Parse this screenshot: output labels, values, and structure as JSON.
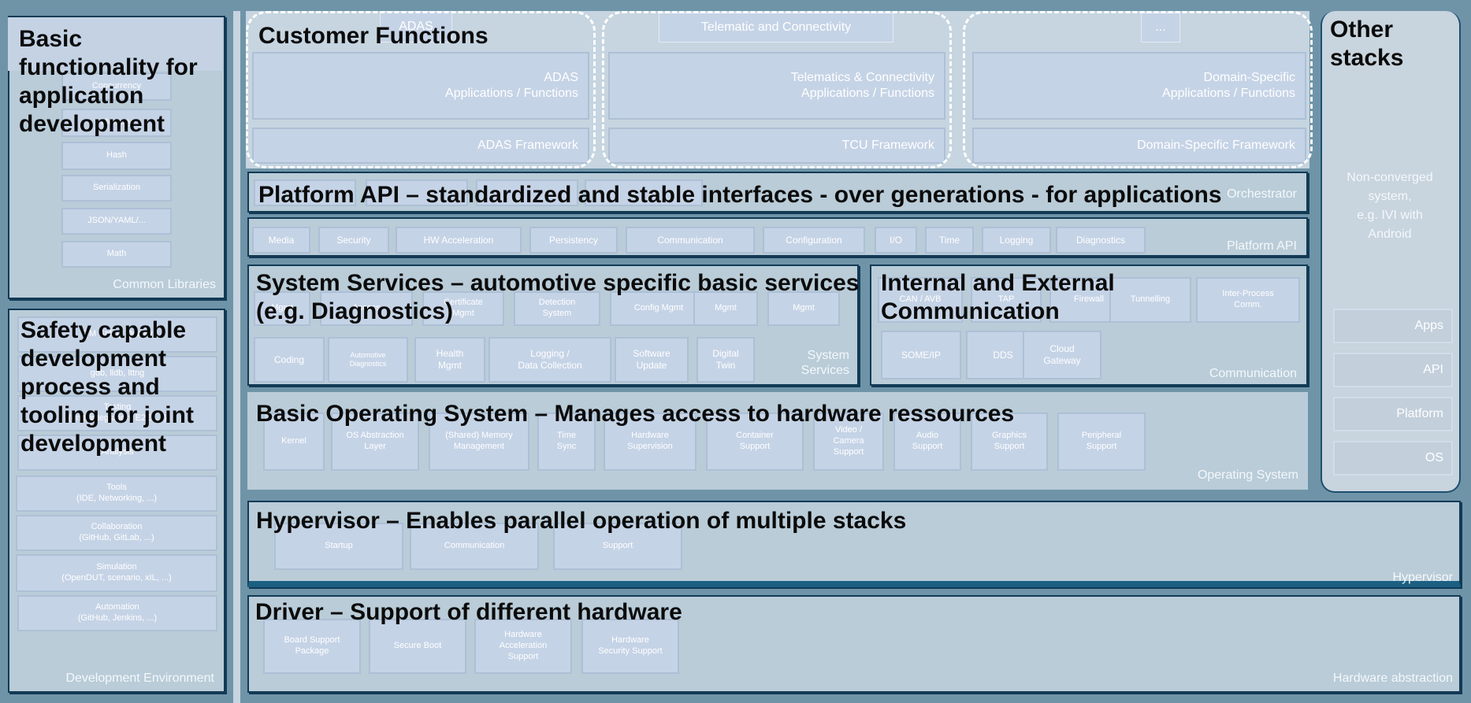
{
  "left": {
    "basic_title": "Basic\nfunctionality for\napplication\ndevelopment",
    "libraries": [
      "Concurrency",
      "Memory",
      "Hash",
      "Serialization",
      "JSON/YAML/...",
      "Math"
    ],
    "common_libraries_label": "Common Libraries",
    "safety_title": "Safety capable\ndevelopment\nprocess and\ntooling for joint\ndevelopment",
    "dev_items": [
      "QM Safety Quality",
      "gdb, lldb, lttng",
      "Testing\n(unit, integration, E2E, ...)",
      "Analysis",
      "Tools\n(IDE, Networking, ...)",
      "Collaboration\n(GitHub, GitLab, ...)",
      "Simulation\n(OpenDUT, scenario, xIL, ...)",
      "Automation\n(GitHub, Jenkins, ...)"
    ],
    "dev_env_label": "Development Environment"
  },
  "customer": {
    "title": "Customer Functions",
    "tabs": [
      "ADAS",
      "Telematic and Connectivity",
      "..."
    ],
    "groups": [
      {
        "apps": "ADAS\nApplications / Functions",
        "framework": "ADAS Framework"
      },
      {
        "apps": "Telematics & Connectivity\nApplications / Functions",
        "framework": "TCU Framework"
      },
      {
        "apps": "Domain-Specific\nApplications / Functions",
        "framework": "Domain-Specific Framework"
      }
    ]
  },
  "platform": {
    "title": "Platform API – standardized and stable interfaces - over generations - for applications",
    "orchestrator": "Orchestrator",
    "items": [
      "Media",
      "Security",
      "HW Acceleration",
      "Persistency",
      "Communication",
      "Configuration",
      "I/O",
      "Time",
      "Logging",
      "Diagnostics"
    ],
    "label": "Platform API"
  },
  "system_services": {
    "title": "System Services – automotive specific basic services\n(e.g. Diagnostics)",
    "row1": [
      "Mgmt",
      "Access",
      "Certificate\nMgmt",
      "Detection\nSystem",
      "Config Mgmt",
      "Mgmt",
      "Mgmt"
    ],
    "row2": [
      "Coding",
      "Automotive\nDiagnostics",
      "Health\nMgmt",
      "Logging /\nData Collection",
      "Software\nUpdate",
      "Digital\nTwin"
    ],
    "label": "System\nServices"
  },
  "communication": {
    "title": "Internal and External\nCommunication",
    "row1": [
      "CAN / AVB",
      "TAP",
      "Firewall",
      "Tunnelling",
      "Inter-Process\nComm."
    ],
    "row2": [
      "SOME/IP",
      "DDS",
      "Cloud\nGateway"
    ],
    "label": "Communication"
  },
  "os": {
    "title": "Basic Operating System – Manages access to hardware ressources",
    "items": [
      "Kernel",
      "OS Abstraction\nLayer",
      "(Shared) Memory\nManagement",
      "Time\nSync",
      "Hardware\nSupervision",
      "Container\nSupport",
      "Video /\nCamera\nSupport",
      "Audio\nSupport",
      "Graphics\nSupport",
      "Peripheral\nSupport"
    ],
    "label": "Operating System"
  },
  "hypervisor": {
    "title": "Hypervisor – Enables parallel operation of multiple stacks",
    "items": [
      "Startup",
      "Communication",
      "Support"
    ],
    "label": "Hypervisor"
  },
  "driver": {
    "title": "Driver – Support of different hardware",
    "items": [
      "Board Support\nPackage",
      "Secure Boot",
      "Hardware\nAcceleration\nSupport",
      "Hardware\nSecurity Support"
    ],
    "label": "Hardware abstraction"
  },
  "other": {
    "title": "Other\nstacks",
    "description": "Non-converged\nsystem,\ne.g. IVI with\nAndroid",
    "layers": [
      "Apps",
      "API",
      "Platform",
      "OS"
    ]
  }
}
